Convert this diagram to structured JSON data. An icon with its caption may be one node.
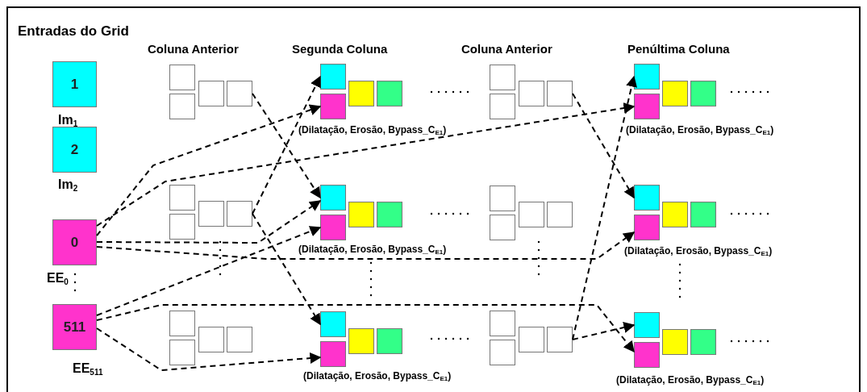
{
  "diagram": {
    "nodes": [
      {
        "text": [
          "1"
        ],
        "beside": [
          "Im$_{1}$"
        ]
      },
      {
        "text": [
          "2"
        ],
        "beside": [
          "Im$_{2}$"
        ]
      },
      {
        "text": [
          "0"
        ],
        "beside": [
          "EE$_{0}$"
        ]
      },
      {
        "text": [
          "511"
        ],
        "beside": [
          "EE$_{511}$"
        ]
      },
      {
        "text": [],
        "shape": "box"
      },
      {
        "text": [],
        "shape": "box"
      },
      {
        "text": [],
        "shape": "box"
      },
      {
        "text": [],
        "shape": "box"
      },
      {
        "text": [],
        "shape": "box"
      },
      {
        "text": [],
        "shape": "box"
      },
      {
        "text": [],
        "shape": "box"
      },
      {
        "text": [],
        "shape": "box"
      },
      {
        "text": [],
        "shape": "box"
      },
      {
        "text": [],
        "shape": "box"
      },
      {
        "text": [],
        "shape": "box"
      },
      {
        "text": [],
        "shape": "box"
      },
      {
        "text": [],
        "shape": "box"
      },
      {
        "text": [],
        "shape": "box"
      },
      {
        "text": [],
        "shape": "box"
      },
      {
        "text": [],
        "shape": "box"
      },
      {
        "text": [],
        "shape": "box"
      },
      {
        "text": [],
        "shape": "box"
      },
      {
        "text": [],
        "shape": "box"
      },
      {
        "text": [],
        "shape": "box"
      },
      {
        "text": [],
        "shape": "box"
      },
      {
        "text": [],
        "shape": "box"
      },
      {
        "text": [],
        "shape": "box"
      },
      {
        "text": [],
        "shape": "box"
      },
      {
        "text": [],
        "shape": "box"
      },
      {
        "text": [],
        "shape": "box"
      },
      {
        "text": [],
        "shape": "box"
      },
      {
        "text": [],
        "shape": "box"
      },
      {
        "text": [],
        "shape": "box"
      },
      {
        "text": [],
        "shape": "box"
      },
      {
        "text": [],
        "shape": "box"
      },
      {
        "text": [],
        "shape": "box"
      },
      {
        "text": [],
        "shape": "box"
      },
      {
        "text": [],
        "shape": "box"
      },
      {
        "text": [],
        "shape": "box"
      },
      {
        "text": [],
        "shape": "box"
      },
      {
        "text": [],
        "shape": "box"
      },
      {
        "text": [],
        "shape": "box"
      },
      {
        "text": [],
        "shape": "box"
      },
      {
        "text": [],
        "shape": "box"
      },
      {
        "text": [],
        "shape": "box"
      },
      {
        "text": [],
        "shape": "box"
      },
      {
        "text": [],
        "shape": "box"
      },
      {
        "text": [],
        "shape": "box"
      },
      {
        "text": [],
        "shape": "box"
      },
      {
        "text": [],
        "shape": "box"
      },
      {
        "text": [],
        "shape": "box"
      },
      {
        "text": [],
        "shape": "box"
      }
    ],
    "edges": [
      {
        "from": 7,
        "to": 20,
        "arrow": "to",
        "style": "dashed"
      },
      {
        "from": 11,
        "to": 16,
        "arrow": "to",
        "style": "dashed"
      },
      {
        "from": 2,
        "to": 17,
        "arrow": "to",
        "style": "dashed"
      },
      {
        "from": 2,
        "to": 20,
        "arrow": "to",
        "style": "dashed"
      },
      {
        "from": 2,
        "to": 41,
        "arrow": "to",
        "style": "dashed"
      },
      {
        "from": 2,
        "to": 45,
        "arrow": "to",
        "style": "dashed"
      },
      {
        "from": 11,
        "to": 24,
        "arrow": "to",
        "style": "dashed"
      },
      {
        "from": 3,
        "to": 21,
        "arrow": "to",
        "style": "dashed"
      },
      {
        "from": 3,
        "to": 25,
        "arrow": "to",
        "style": "dashed"
      },
      {
        "from": 3,
        "to": 49,
        "arrow": "to",
        "style": "dashed"
      },
      {
        "from": 31,
        "to": 44,
        "arrow": "to",
        "style": "dashed"
      },
      {
        "from": 39,
        "to": 40,
        "arrow": "to",
        "style": "dashed"
      },
      {
        "from": 39,
        "to": 48,
        "arrow": "to",
        "style": "dashed"
      }
    ],
    "labels": [
      "Entradas do Grid",
      "Coluna Anterior",
      "Segunda Coluna",
      "Coluna Anterior",
      "Penúltima Coluna",
      "(Dilatação, Erosão, Bypass_C$_{E1}$)",
      "(Dilatação, Erosão, Bypass_C$_{E1}$)",
      "(Dilatação, Erosão, Bypass_C$_{E1}$)",
      "(Dilatação, Erosão, Bypass_C$_{E1}$)",
      "(Dilatação, Erosão, Bypass_C$_{E1}$)",
      "(Dilatação, Erosão, Bypass_C$_{E1}$)"
    ]
  }
}
